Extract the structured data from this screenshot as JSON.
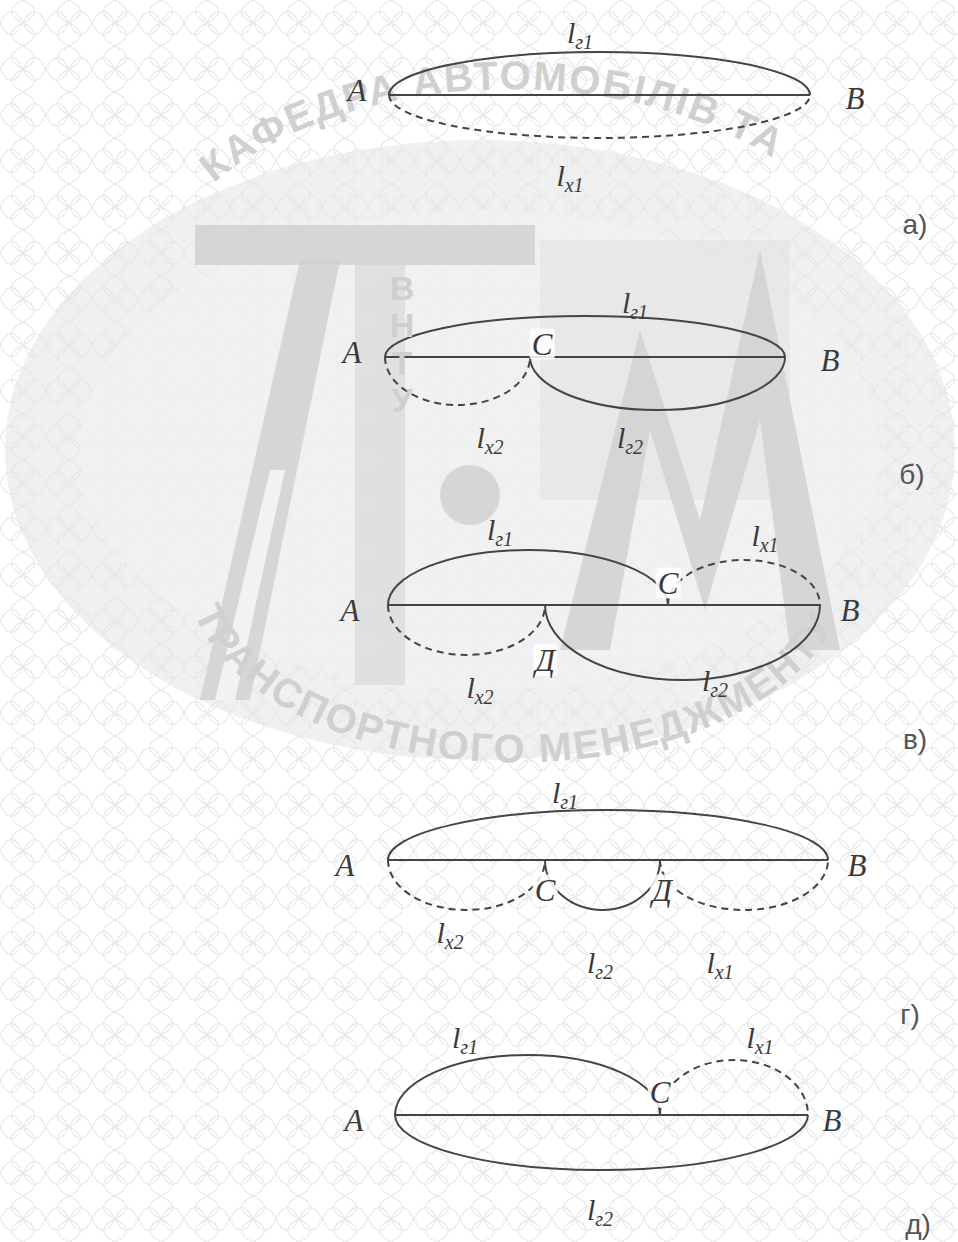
{
  "diagram": {
    "labels": [
      "lг1",
      "A",
      "B",
      "lx1",
      "а)",
      "lг1",
      "A",
      "C",
      "B",
      "lx2",
      "lг2",
      "б)",
      "lг1",
      "lx1",
      "A",
      "C",
      "B",
      "Д",
      "lx2",
      "lг2",
      "в)",
      "lг1",
      "A",
      "B",
      "C",
      "Д",
      "lx2",
      "lг2",
      "lx1",
      "г)",
      "lг1",
      "lx1",
      "A",
      "C",
      "B",
      "lг2",
      "д)",
      "КАФЕДРА АВТОМОБІЛІВ ТА",
      "ТРАНСПОРТНОГО МЕНЕДЖМЕНТУ",
      "ВНТУ"
    ]
  }
}
